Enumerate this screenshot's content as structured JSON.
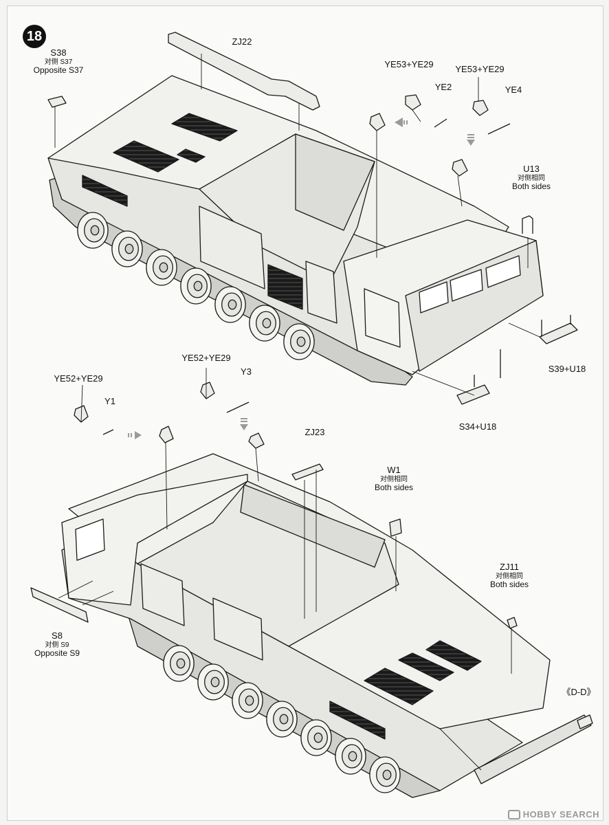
{
  "step_number": "18",
  "labels": {
    "s38": {
      "main": "S38",
      "cn": "对侧 S37",
      "sub": "Opposite S37"
    },
    "zj22": {
      "main": "ZJ22"
    },
    "ye53_a": {
      "main": "YE53+YE29"
    },
    "ye53_b": {
      "main": "YE53+YE29"
    },
    "ye2": {
      "main": "YE2"
    },
    "ye4": {
      "main": "YE4"
    },
    "u13": {
      "main": "U13",
      "cn": "对侧相同",
      "sub": "Both sides"
    },
    "s39": {
      "main": "S39+U18"
    },
    "s34": {
      "main": "S34+U18"
    },
    "ye52_a": {
      "main": "YE52+YE29"
    },
    "ye52_b": {
      "main": "YE52+YE29"
    },
    "y1": {
      "main": "Y1"
    },
    "y3": {
      "main": "Y3"
    },
    "zj23": {
      "main": "ZJ23"
    },
    "w1": {
      "main": "W1",
      "cn": "对侧相同",
      "sub": "Both sides"
    },
    "zj11": {
      "main": "ZJ11",
      "cn": "对侧相同",
      "sub": "Both sides"
    },
    "s8": {
      "main": "S8",
      "cn": "对侧 S9",
      "sub": "Opposite S9"
    },
    "dd": {
      "main": "《D-D》"
    }
  },
  "watermark": "HOBBY SEARCH",
  "colors": {
    "line": "#1a1a1a",
    "body": "#efefec",
    "shade": "#d9d9d5",
    "dark": "#2a2a2a",
    "arrow": "#9a9a9a"
  }
}
